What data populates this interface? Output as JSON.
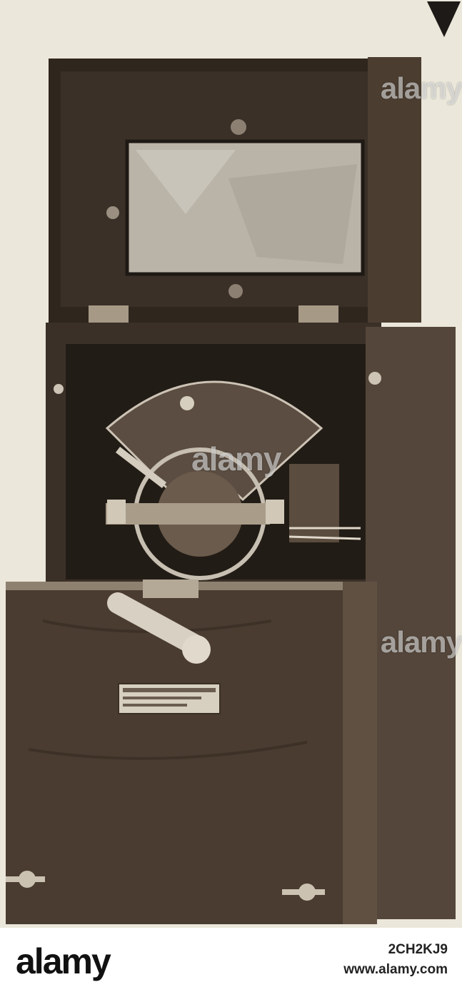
{
  "photo": {
    "subject_icon": "antique-instrument-box-icon",
    "colors": {
      "background": "#ebe7da",
      "wood_dark": "#2b231c",
      "wood_mid": "#4a3d31",
      "wood_light": "#6b5c4c",
      "mirror": "#bfbab0",
      "dial": "#5a4c40",
      "metal": "#cfc8bb"
    }
  },
  "watermarks": {
    "side_top": "alamy",
    "side_bottom": "alamy",
    "center": "alamy"
  },
  "footer": {
    "logo": "alamy",
    "image_id": "2CH2KJ9",
    "url": "www.alamy.com"
  }
}
